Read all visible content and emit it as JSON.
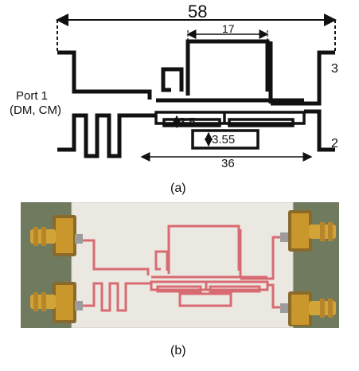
{
  "figure": {
    "panel_a": {
      "caption": "(a)",
      "dimensions": {
        "total_width": "58",
        "top_width": "17",
        "side_gap": "3",
        "bottom_gap": "2",
        "gap_upper": "3.5",
        "gap_lower": "3.55",
        "inner_width": "36"
      },
      "port_label_line1": "Port 1",
      "port_label_line2": "(DM, CM)"
    },
    "panel_b": {
      "caption": "(b)"
    },
    "colors": {
      "trace": "#111111",
      "copper": "#d86b72",
      "substrate": "#ebe8e1",
      "background_board": "#6f7a5e",
      "connector_gold": "#c9972b"
    }
  }
}
